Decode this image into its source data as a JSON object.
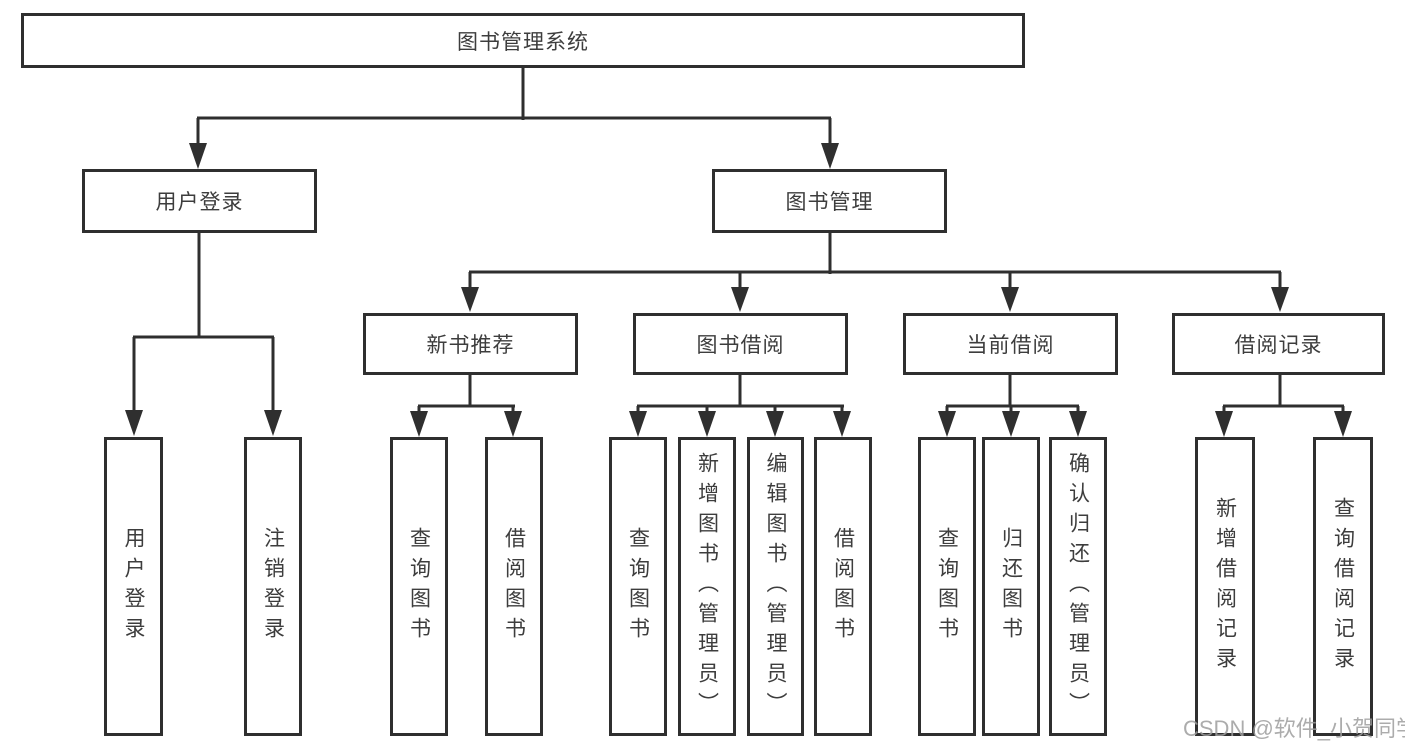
{
  "diagram": {
    "root": {
      "label": "图书管理系统"
    },
    "branches": [
      {
        "label": "用户登录",
        "children": [
          {
            "label": "用户登录"
          },
          {
            "label": "注销登录"
          }
        ]
      },
      {
        "label": "图书管理",
        "children": [
          {
            "label": "新书推荐",
            "children": [
              {
                "label": "查询图书"
              },
              {
                "label": "借阅图书"
              }
            ]
          },
          {
            "label": "图书借阅",
            "children": [
              {
                "label": "查询图书"
              },
              {
                "label": "新增图书（管理员）"
              },
              {
                "label": "编辑图书（管理员）"
              },
              {
                "label": "借阅图书"
              }
            ]
          },
          {
            "label": "当前借阅",
            "children": [
              {
                "label": "查询图书"
              },
              {
                "label": "归还图书"
              },
              {
                "label": "确认归还（管理员）"
              }
            ]
          },
          {
            "label": "借阅记录",
            "children": [
              {
                "label": "新增借阅记录"
              },
              {
                "label": "查询借阅记录"
              }
            ]
          }
        ]
      }
    ]
  },
  "watermark": {
    "text": "CSDN @软件_小贺同学"
  },
  "colors": {
    "line": "#2f2f2f",
    "node_border": "#2f2f2f",
    "node_text": "#3d3d3d",
    "watermark": "#9e9e9e",
    "background": "#ffffff"
  }
}
